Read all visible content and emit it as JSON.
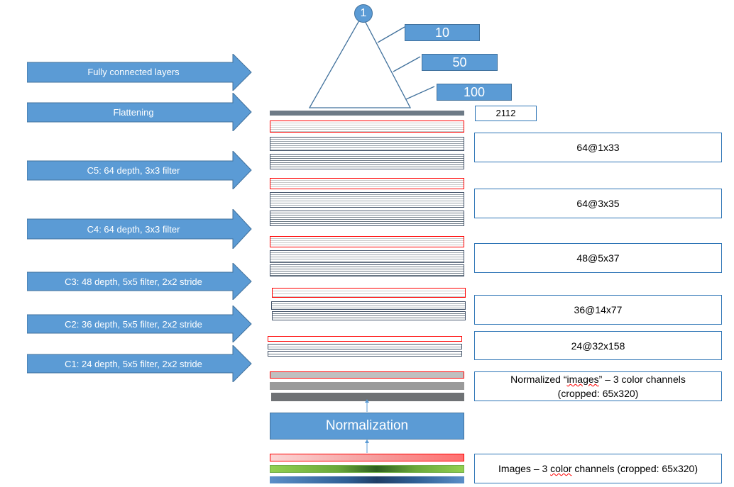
{
  "arrows": [
    {
      "label": "Fully connected layers"
    },
    {
      "label": "Flattening"
    },
    {
      "label": "C5: 64 depth, 3x3 filter"
    },
    {
      "label": "C4: 64 depth, 3x3 filter"
    },
    {
      "label": "C3: 48 depth, 5x5 filter, 2x2 stride"
    },
    {
      "label": "C2: 36 depth, 5x5 filter, 2x2 stride"
    },
    {
      "label": "C1: 24 depth, 5x5 filter, 2x2 stride"
    }
  ],
  "output_node": "1",
  "fc_sizes": [
    "10",
    "50",
    "100"
  ],
  "flatten_size": "2112",
  "layer_sizes": [
    "64@1x33",
    "64@3x35",
    "48@5x37",
    "36@14x77",
    "24@32x158"
  ],
  "normalized_label_line1_pre": "Normalized “",
  "normalized_label_line1_word": "images",
  "normalized_label_line1_post": "” – 3 color channels",
  "normalized_label_line2": "(cropped: 65x320)",
  "normalization_label": "Normalization",
  "images_label_pre": "Images – 3 ",
  "images_label_word": "color",
  "images_label_post": " channels (cropped: 65x320)",
  "colors": {
    "accent_blue": "#5b9bd5",
    "accent_border": "#41719c",
    "red_outline": "#ff0000",
    "grey_bar": "#6d7a86"
  }
}
